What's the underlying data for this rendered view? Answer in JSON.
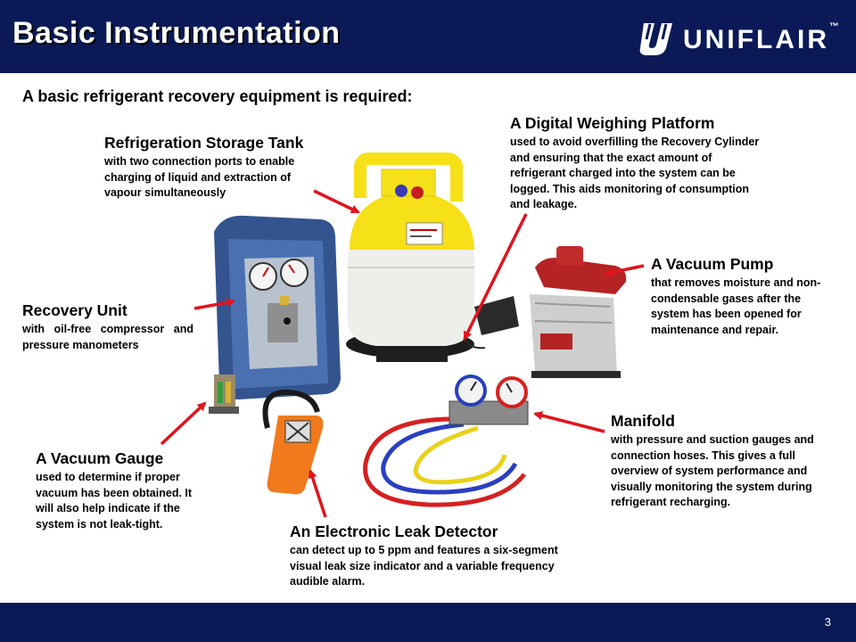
{
  "header": {
    "title": "Basic Instrumentation",
    "brand": "UNIFLAIR",
    "brand_tm": "™"
  },
  "intro": "A basic refrigerant recovery equipment is required:",
  "labels": {
    "tank": {
      "heading": "Refrigeration Storage Tank",
      "desc": "with two connection ports to enable charging of liquid and extraction of vapour simultaneously"
    },
    "scale": {
      "heading": "A Digital Weighing Platform",
      "desc": "used to avoid overfilling the Recovery Cylinder  and ensuring that the exact amount of refrigerant charged into the system can be logged. This aids monitoring of consumption and leakage."
    },
    "pump": {
      "heading": "A Vacuum Pump",
      "desc": "that removes moisture and non-condensable gases after the system has been opened for maintenance and repair."
    },
    "recovery": {
      "heading": "Recovery Unit",
      "desc": "with   oil-free   compressor and pressure manometers"
    },
    "manifold": {
      "heading": "Manifold",
      "desc": "with pressure and suction gauges and connection hoses.  This gives a full overview of system performance and visually monitoring the system during refrigerant recharging."
    },
    "gauge": {
      "heading": "A Vacuum Gauge",
      "desc": "used to determine if proper vacuum has been obtained. It will also help indicate if the system is not leak-tight."
    },
    "detector": {
      "heading": "An Electronic Leak Detector",
      "desc": "can detect up to 5 ppm and features a six-segment visual leak size indicator and a variable frequency audible alarm."
    }
  },
  "footer": {
    "page": "3"
  },
  "colors": {
    "band": "#0b1a57",
    "arrow": "#e0141e",
    "tank_top": "#f6e018",
    "tank_body": "#f3f3ef",
    "unit_blue": "#3b5a9a"
  }
}
